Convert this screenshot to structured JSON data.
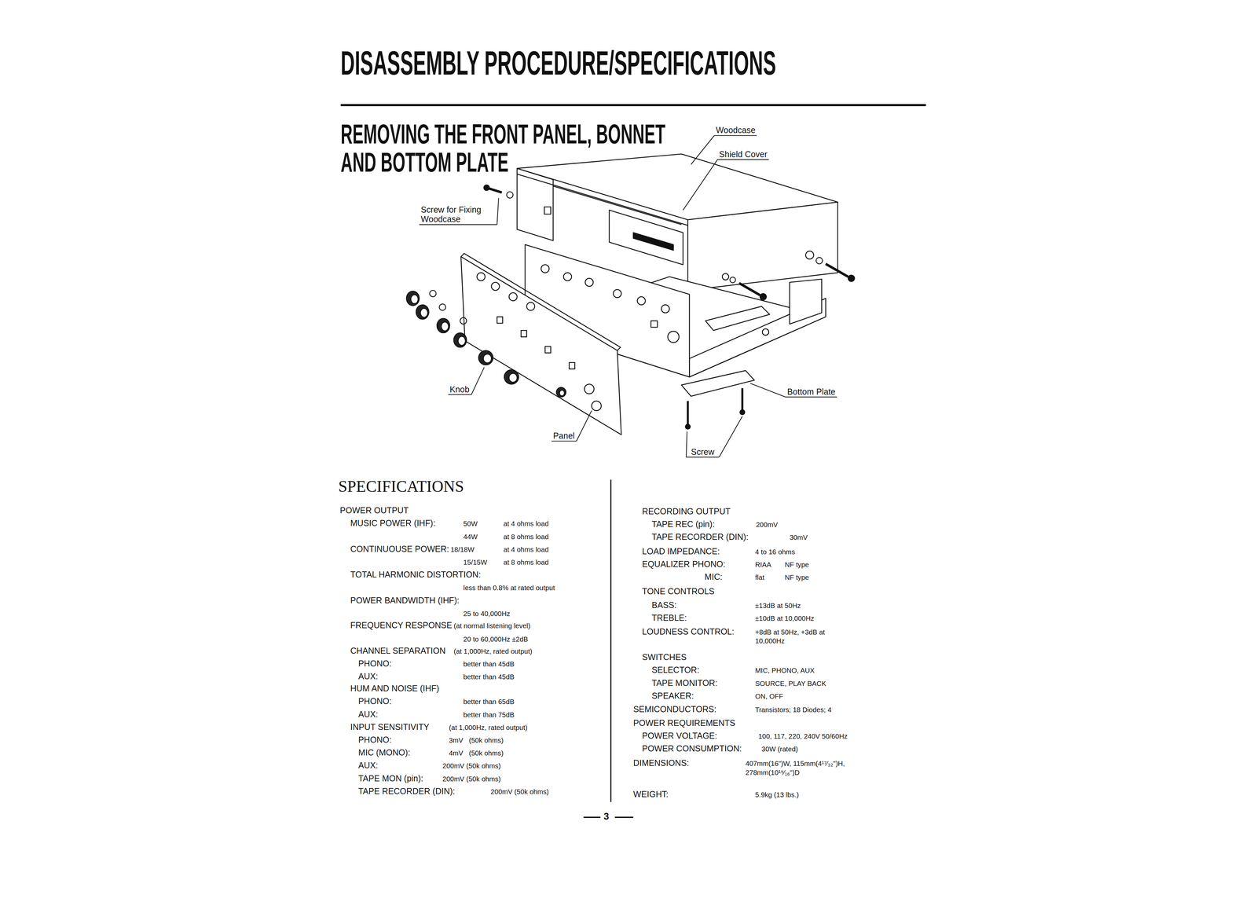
{
  "diagram": {
    "title": "DISASSEMBLY PROCEDURE/SPECIFICATIONS",
    "labels": [
      "REMOVING THE FRONT PANEL, BONNET AND BOTTOM PLATE",
      "Woodcase",
      "Shield Cover",
      "Screw for Fixing Woodcase",
      "Knob",
      "Bottom Plate",
      "Panel",
      "Screw",
      "SPECIFICATIONS",
      "POWER OUTPUT",
      "MUSIC POWER (IHF):",
      "50W",
      "at 4 ohms load",
      "44W",
      "at 8 ohms load",
      "CONTINUOUSE POWER:",
      "18/18W",
      "at 4 ohms load",
      "15/15W",
      "at 8 ohms load",
      "TOTAL HARMONIC DISTORTION:",
      "less than 0.8% at rated output",
      "POWER BANDWIDTH (IHF):",
      "25 to 40,000Hz",
      "FREQUENCY RESPONSE",
      "(at normal listening level)",
      "20 to 60,000Hz ±2dB",
      "CHANNEL SEPARATION",
      "(at 1,000Hz, rated output)",
      "PHONO:",
      "better than 45dB",
      "AUX:",
      "better than 45dB",
      "HUM AND NOISE (IHF)",
      "PHONO:",
      "better than 65dB",
      "AUX:",
      "better than 75dB",
      "INPUT SENSITIVITY",
      "(at 1,000Hz, rated output)",
      "PHONO:",
      "3mV",
      "(50k ohms)",
      "MIC (MONO):",
      "4mV",
      "(50k ohms)",
      "AUX:",
      "200mV (50k ohms)",
      "TAPE MON (pin):",
      "200mV (50k ohms)",
      "TAPE RECORDER (DIN):",
      "200mV (50k ohms)",
      "RECORDING OUTPUT",
      "TAPE REC (pin):",
      "200mV",
      "TAPE RECORDER (DIN):",
      "30mV",
      "LOAD IMPEDANCE:",
      "4 to 16 ohms",
      "EQUALIZER PHONO:",
      "RIAA",
      "NF type",
      "MIC:",
      "flat",
      "NF type",
      "TONE CONTROLS",
      "BASS:",
      "±13dB at 50Hz",
      "TREBLE:",
      "±10dB at 10,000Hz",
      "LOUDNESS CONTROL:",
      "+8dB at 50Hz, +3dB at 10,000Hz",
      "SWITCHES",
      "SELECTOR:",
      "MIC, PHONO, AUX",
      "TAPE MONITOR:",
      "SOURCE, PLAY BACK",
      "SPEAKER:",
      "ON, OFF",
      "SEMICONDUCTORS:",
      "Transistors; 18 Diodes; 4",
      "POWER REQUIREMENTS",
      "POWER VOLTAGE:",
      "100, 117, 220, 240V 50/60Hz",
      "POWER CONSUMPTION:",
      "30W (rated)",
      "DIMENSIONS:",
      "407mm(16\")W, 115mm(4¹⁷⁄₃₂\")H, 278mm(10¹⁵⁄₁₆\")D",
      "WEIGHT:",
      "5.9kg (13 lbs.)",
      "3"
    ]
  }
}
